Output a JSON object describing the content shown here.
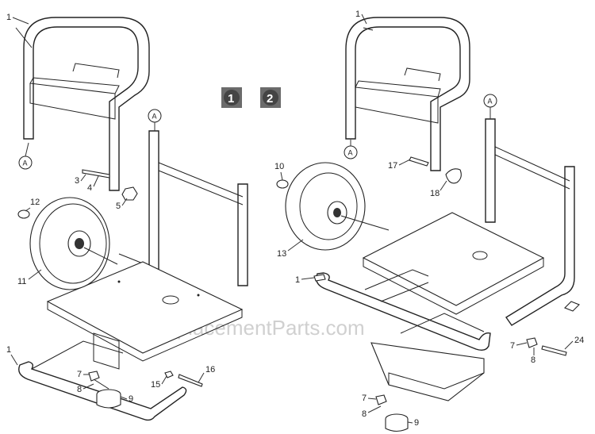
{
  "watermark": "eReplacementParts.com",
  "view_badges": [
    "1",
    "2"
  ],
  "reference_marker": "A",
  "left_view_labels": [
    "1",
    "3",
    "4",
    "5",
    "12",
    "11",
    "1",
    "7",
    "8",
    "9",
    "15",
    "16"
  ],
  "right_view_labels": [
    "1",
    "17",
    "18",
    "10",
    "13",
    "1",
    "7",
    "8",
    "24",
    "7",
    "8",
    "9"
  ]
}
